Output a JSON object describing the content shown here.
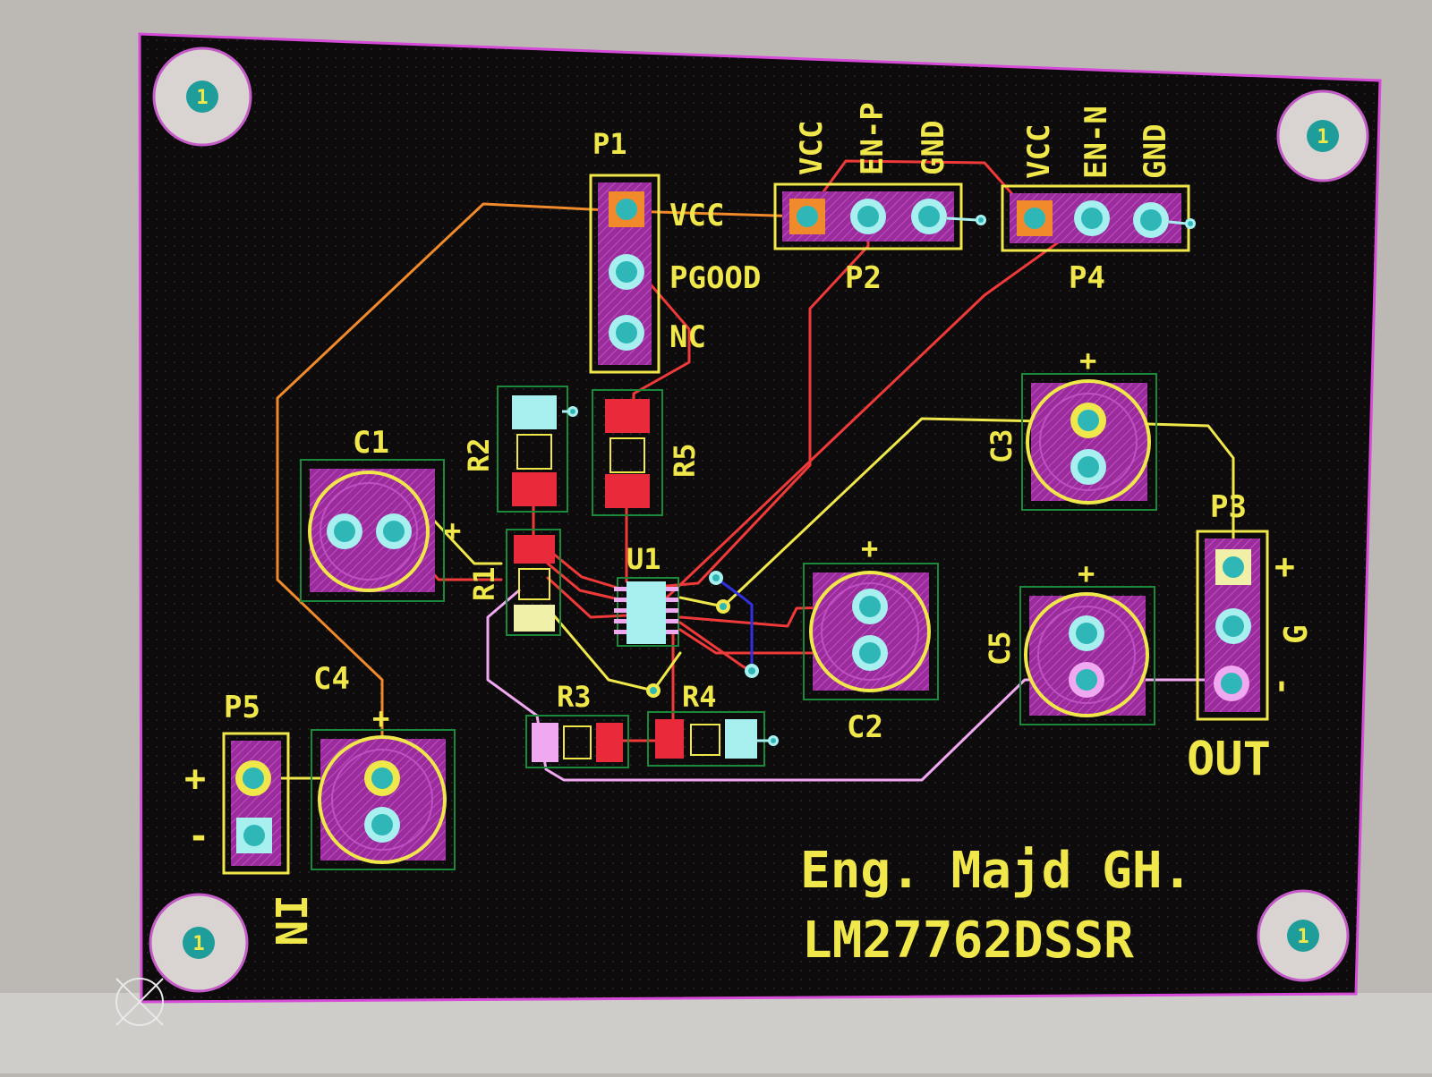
{
  "colors": {
    "board": "#0c0a0a",
    "outline": "#d64bd8",
    "silk": "#f0e84a",
    "top_copper": "#f03a3a",
    "orange_trace": "#f08a2a",
    "pink_trace": "#f0a8f0",
    "bottom_trace": "#3030e0",
    "pad_fill": "#9a2c9c",
    "drill": "#2fb7b7",
    "smd_pad": "#e82a3a",
    "cyan_pad": "#a8f0f0"
  },
  "mount_hole_label": "1",
  "connectors": {
    "p1": {
      "ref": "P1",
      "pins": [
        "VCC",
        "PGOOD",
        "NC"
      ]
    },
    "p2": {
      "ref": "P2",
      "pins": [
        "VCC",
        "EN-P",
        "GND"
      ]
    },
    "p4": {
      "ref": "P4",
      "pins": [
        "VCC",
        "EN-N",
        "GND"
      ]
    },
    "p3": {
      "ref": "P3",
      "pins": [
        "+",
        "G",
        "-"
      ],
      "title": "OUT"
    },
    "p5": {
      "ref": "P5",
      "pins": [
        "+",
        "-"
      ],
      "title": "IN"
    }
  },
  "components": {
    "c1": "C1",
    "c2": "C2",
    "c3": "C3",
    "c4": "C4",
    "c5": "C5",
    "r1": "R1",
    "r2": "R2",
    "r3": "R3",
    "r4": "R4",
    "r5": "R5",
    "u1": "U1"
  },
  "polarity_plus": "+",
  "footer": {
    "author": "Eng. Majd GH.",
    "part": "LM27762DSSR"
  }
}
